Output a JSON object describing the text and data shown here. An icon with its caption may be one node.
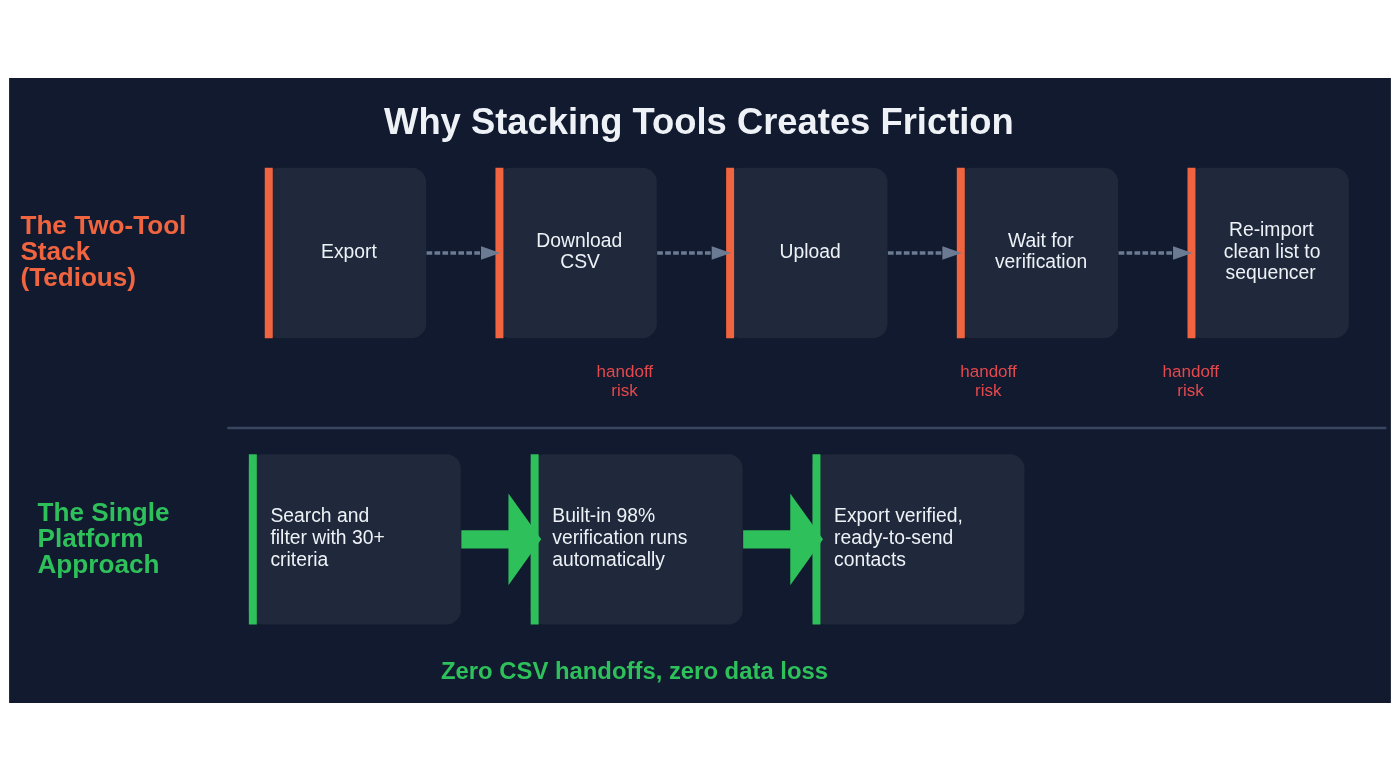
{
  "diagram": {
    "title": "Why Stacking Tools Creates Friction",
    "nodes": [
      {
        "text": [
          "Export"
        ]
      },
      {
        "text": [
          "Download CSV"
        ]
      },
      {
        "text": [
          "Upload"
        ]
      },
      {
        "text": [
          "Wait for verification"
        ]
      },
      {
        "text": [
          "Re-import clean list to sequencer"
        ]
      },
      {
        "text": [
          "Search and filter with 30+ criteria"
        ]
      },
      {
        "text": [
          "Built-in 98% verification runs automatically"
        ]
      },
      {
        "text": [
          "Export verified, ready-to-send contacts"
        ]
      }
    ],
    "edges": [
      {
        "from": 0,
        "to": 1,
        "arrow": "to",
        "style": "dashed"
      },
      {
        "from": 1,
        "to": 2,
        "arrow": "to",
        "style": "dashed"
      },
      {
        "from": 2,
        "to": 3,
        "arrow": "to",
        "style": "dashed"
      },
      {
        "from": 3,
        "to": 4,
        "arrow": "to",
        "style": "dashed"
      },
      {
        "from": 5,
        "to": 6,
        "arrow": "to",
        "style": "thick",
        "color": "#2ec05a"
      },
      {
        "from": 6,
        "to": 7,
        "arrow": "to",
        "style": "thick",
        "color": "#2ec05a"
      }
    ],
    "labels": [
      "The Two-Tool Stack (Tedious)",
      "handoff risk",
      "handoff risk",
      "handoff risk",
      "The Single Platform Approach",
      "Zero CSV handoffs, zero data loss"
    ]
  }
}
